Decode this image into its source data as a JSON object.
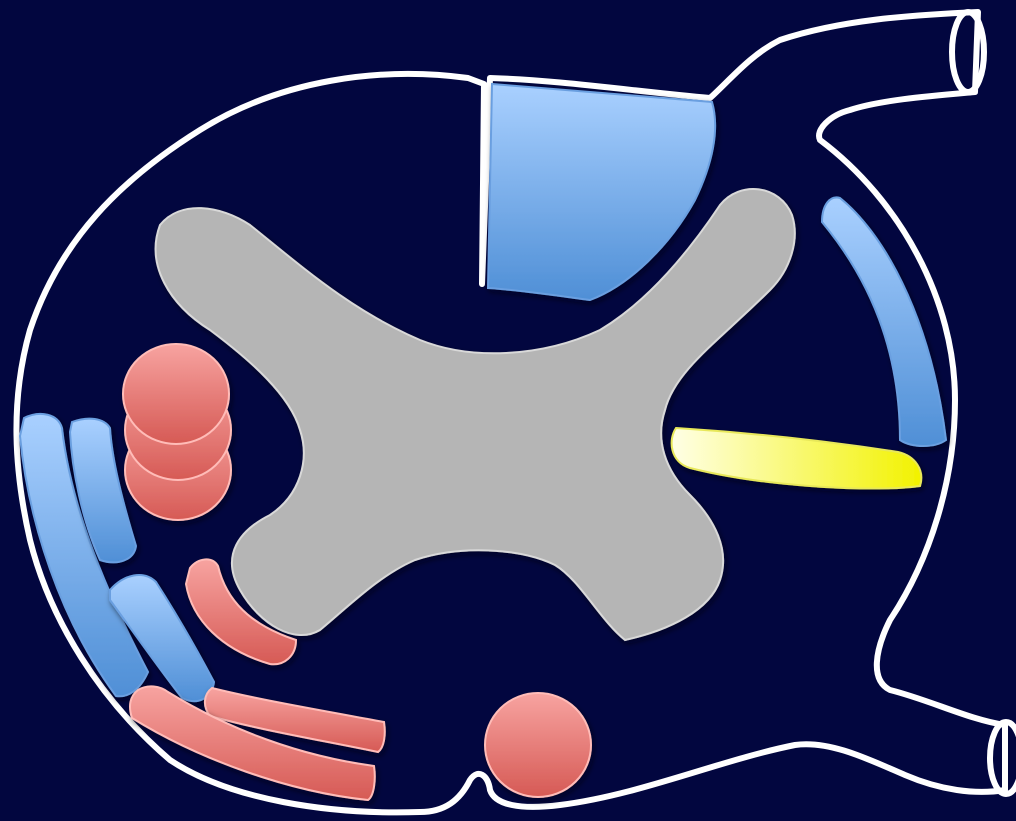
{
  "diagram": {
    "colors": {
      "background": "#02063f",
      "outline": "#ffffff",
      "grey_matter": "#b5b5b5",
      "blue_tract_top": "#a9d0ff",
      "blue_tract_bottom": "#4f8fd6",
      "red_tract_top": "#f7a3a0",
      "red_tract_bottom": "#d65a55",
      "yellow_tract_left": "#ffffe6",
      "yellow_tract_right": "#f2f200"
    },
    "regions": [
      {
        "name": "dorsal-column",
        "color_group": "blue"
      },
      {
        "name": "lateral-posterior-tract",
        "color_group": "blue"
      },
      {
        "name": "lateral-horn-tract",
        "color_group": "yellow"
      },
      {
        "name": "anterior-lateral-tract-outer",
        "color_group": "blue"
      },
      {
        "name": "anterior-lateral-tract-inner",
        "color_group": "blue"
      },
      {
        "name": "anterior-tract-lower",
        "color_group": "blue"
      },
      {
        "name": "motor-circles-stack",
        "color_group": "red"
      },
      {
        "name": "motor-curved-tract",
        "color_group": "red"
      },
      {
        "name": "motor-band-upper",
        "color_group": "red"
      },
      {
        "name": "motor-band-lower",
        "color_group": "red"
      },
      {
        "name": "ventral-circle",
        "color_group": "red"
      }
    ]
  }
}
